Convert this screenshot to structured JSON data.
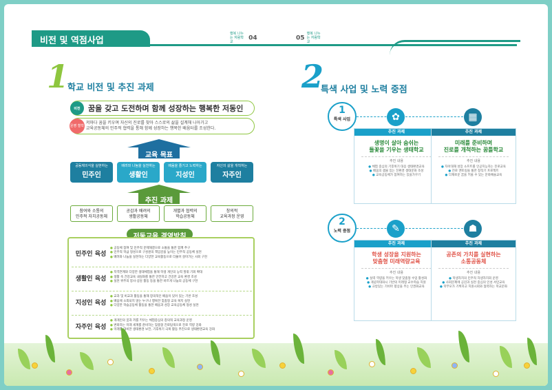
{
  "header": {
    "tab_title": "비전 및 역점사업",
    "left_page": "04",
    "right_page": "05",
    "page_tag_left": "행복 나누는 자람학교",
    "page_tag_right": "행복 나누는 자람학교"
  },
  "section1": {
    "number": "1",
    "title": "학교 비전 및 추진 과제"
  },
  "vision": {
    "tag": "비전",
    "text": "꿈을 갖고 도전하며 함께 성장하는 행복한 저동인"
  },
  "mission": {
    "tag": "운영 철학",
    "line1": "저마다 꿈을 키우며 자신의 진로를 찾아 스스로의 삶을 설계해 나아가고",
    "line2": "교육공동체의 민주적 협력을 통해 함께 성장하는 행복한 배움터를 조성한다."
  },
  "goals": {
    "title": "교육 목표",
    "items": [
      {
        "sub": "공동체의식을 실현하는",
        "label": "민주인",
        "color": "#1e7fa0"
      },
      {
        "sub": "배려와 나눔을 실천하는",
        "label": "생활인",
        "color": "#2aa8c9"
      },
      {
        "sub": "배움을 즐기고 노력하는",
        "label": "지성인",
        "color": "#2aa8c9"
      },
      {
        "sub": "자신의 삶을 개척하는",
        "label": "자주인",
        "color": "#1e7fa0"
      }
    ]
  },
  "tasks": {
    "title": "추진 과제",
    "items": [
      {
        "l1": "참여와 소통의",
        "l2": "민주적 자치공동체"
      },
      {
        "l1": "공감과 배려의",
        "l2": "생활공동체"
      },
      {
        "l1": "개별과 협력의",
        "l2": "학습공동체"
      },
      {
        "l1": "창의적",
        "l2": "교육과정 운영"
      }
    ]
  },
  "policy": {
    "title": "저동교육 경영방침",
    "rows": [
      {
        "label": "민주인 육성",
        "items": [
          "공동체 참여 및 민주적 문제해결으로 소통을 통한 함께 추구",
          "민주적 학급 형성으로 구성원의 책임감을 높이는 민주적 공동체 실현",
          "배려와 나눔을 실천하는 다양한 교육활동으로 더불어 살아가는 사회 구현"
        ]
      },
      {
        "label": "생활인 육성",
        "items": [
          "지역연계와 다양한 생태체험을 통해 학생 개인의 능력 발휘 기회 확대",
          "생활 속 건강교육 내실화를 통한 안전하고 건강한 교육 환경 조성",
          "실천 위주의 봉사·상담 활동 등을 통한 바르게 나눔의 공동체 구현"
        ]
      },
      {
        "label": "지성인 육성",
        "items": [
          "교과 및 비교과 활동을 통해 창의적인 배움이 있어 있는 기반 조성",
          "배움에 소외되지 않는 누구나 행복한 맞춤형 교육 복지 실현",
          "다양한 학습공동체 활동을 통한 배움과 성장 교육공동체 형성 실천"
        ]
      },
      {
        "label": "자주인 육성",
        "items": [
          "개개인의 꿈과 끼를 키우는 체험중심의 창의적 교육과정 운영",
          "변화하는 미래 세계를 준비하는 맞춤형 진로탐색으로 진로 역량 강화",
          "미래를 대비한 생태환경 보전, 기후위기 극복 활동 추진으로 생태환경교육 강화"
        ]
      }
    ]
  },
  "section2": {
    "number": "2",
    "title": "특색 사업 및 노력 중점"
  },
  "feature": {
    "number": "1",
    "label": "특색 사업",
    "cards": [
      {
        "header": "추진 과제",
        "title_l1": "생명이 살아 숨쉬는",
        "title_l2": "들꽃을 기우는 생태학교",
        "sub": "추진 내용",
        "items": [
          "체험 중심의 기후위기 대응 생태환경교육",
          "배움의 샘물 있는 친환경 생태문화 조성",
          "교육공동체가 참여하는 있을가꾸기"
        ],
        "color": "#1aa0c9",
        "text_color": "#2a8a3a"
      },
      {
        "header": "추진 과제",
        "title_l1": "미래를 준비하며",
        "title_l2": "진로를 개척하는 꿈틀학교",
        "sub": "추진 내용",
        "items": [
          "자아대해 성장 소프트를 인공지능하는 진로교육",
          "진로 멘토링을 통한 창작기 프로젝트",
          "다재로운 꿈을 키울 수 있는 문화예술교육"
        ],
        "color": "#1e7fa0",
        "text_color": "#2a8a3a"
      }
    ]
  },
  "effort": {
    "number": "2",
    "label": "노력 중점",
    "cards": [
      {
        "header": "추진 과제",
        "title_l1": "학생 성장을 지원하는",
        "title_l2": "맞춤형 미래역량교육",
        "sub": "추진 내용",
        "items": [
          "실력 역량을 키우는 학생 맞춤형 수업 활성화",
          "개념학대와시 기반의 미래형 교수학습 지원",
          "규방있는 기비마 향상을 주는 인권화교육"
        ],
        "color": "#1aa0c9",
        "text_color": "#e0554a"
      },
      {
        "header": "추진 과제",
        "title_l1": "공존의 가치를 실현하는",
        "title_l2": "소통공동체",
        "sub": "추진 내용",
        "items": [
          "학생자치의 민주적 자생자치회 운영",
          "사회문제에 공감과 실천 중심의 인성 서민교육",
          "학부모가 기획하고 지원시회와 협력하는 학교문화"
        ],
        "color": "#1e7fa0",
        "text_color": "#e0554a"
      }
    ]
  },
  "icons": {
    "feature_1": "plant-icon",
    "feature_2": "map-icon",
    "effort_1": "book-icon",
    "effort_2": "people-icon"
  }
}
